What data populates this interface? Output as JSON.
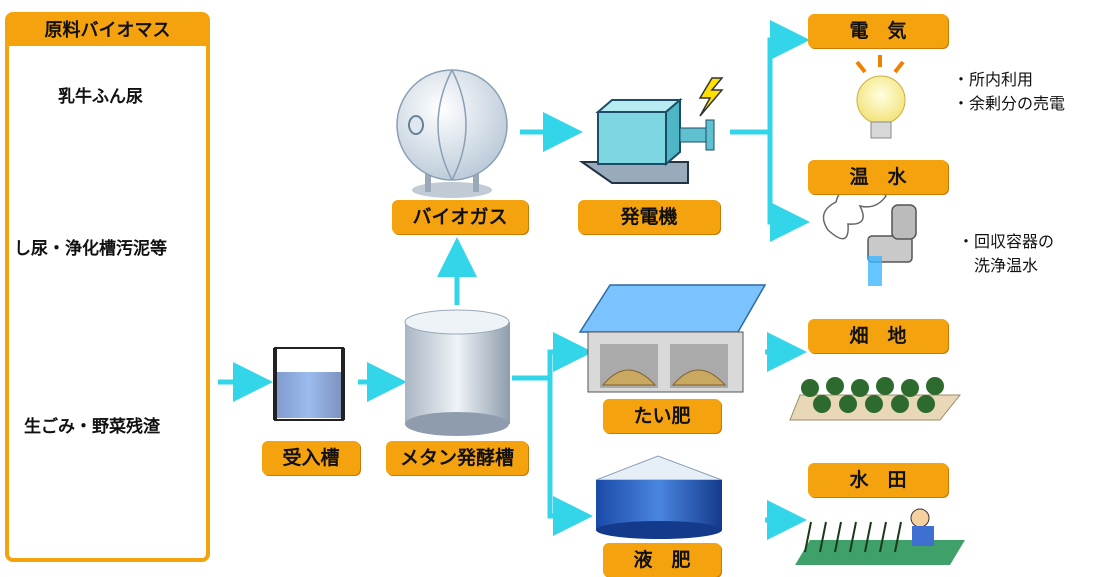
{
  "sources": {
    "title": "原料バイオマス",
    "items": [
      "乳牛ふん尿",
      "し尿・浄化槽汚泥等",
      "生ごみ・野菜残渣"
    ]
  },
  "process": {
    "receiving_tank": "受入槽",
    "methane_tank": "メタン発酵槽",
    "biogas": "バイオガス",
    "generator": "発電機",
    "compost": "たい肥",
    "liquid_fertilizer": "液　肥"
  },
  "outputs": {
    "electricity": "電　気",
    "hot_water": "温　水",
    "field": "畑　地",
    "paddy": "水　田"
  },
  "notes": {
    "electricity": [
      "・所内利用",
      "・余剰分の売電"
    ],
    "hot_water": [
      "・回収容器の",
      "洗浄温水"
    ]
  },
  "colors": {
    "label_bg": "#f5a20f",
    "arrow": "#33d6e8"
  }
}
